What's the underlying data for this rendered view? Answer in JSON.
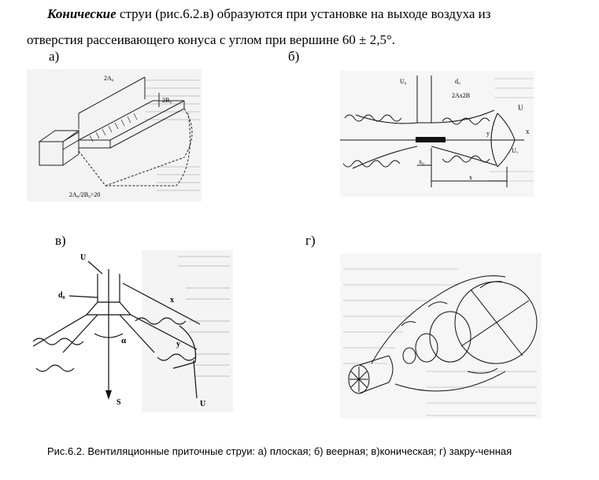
{
  "paragraph": {
    "term": "Конические",
    "line1_rest": " струи (рис.6.2.в) образуются при установке на выходе воздуха из",
    "line2": "отверстия рассеивающего конуса с углом при вершине  60 ±  2,5°."
  },
  "panels": {
    "a": "а)",
    "b": "б)",
    "v": "в)",
    "g": "г)"
  },
  "fig_a": {
    "label_top": "2A₀",
    "label_side": "2B₀",
    "label_bottom": "2A₀/2B₀>20"
  },
  "fig_b": {
    "label_u0": "U₀",
    "label_d0": "d₀",
    "label_2a2b": "2Ax2B",
    "label_u": "U",
    "label_x": "x",
    "label_y": "y",
    "label_ux": "Uₓ",
    "label_x0": "x₀",
    "label_x_bottom": "x"
  },
  "fig_v": {
    "label_u_top": "U",
    "label_d0": "d₀",
    "label_x": "x",
    "label_alpha": "α",
    "label_y": "y",
    "label_s": "S",
    "label_u_bottom": "U"
  },
  "caption": "Рис.6.2. Вентиляционные приточные струи: а) плоская; б) веерная; в)коническая;   г) закру-ченная"
}
